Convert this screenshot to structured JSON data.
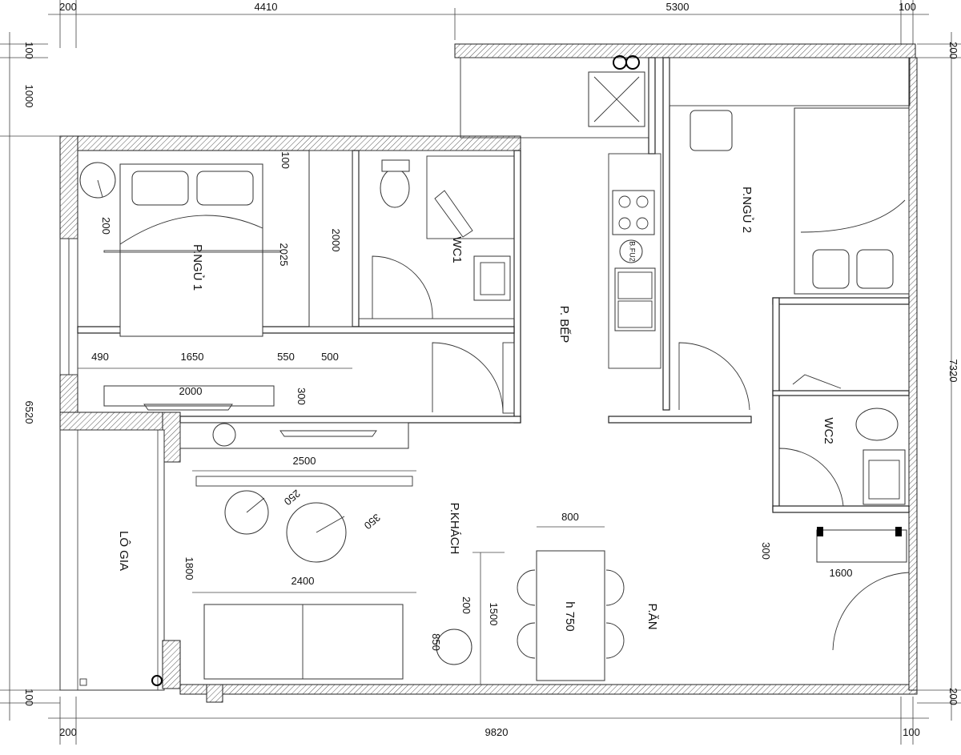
{
  "rooms": {
    "bedroom1": "P.NGỦ 1",
    "bedroom2": "P.NGỦ 2",
    "kitchen": "P. BẾP",
    "living": "P.KHÁCH",
    "dining": "P.ĂN",
    "loggia": "LÔ GIA",
    "wc1": "WC1",
    "wc2": "WC2"
  },
  "fridge_label": "B.FU2",
  "dining_table_height": "h 750",
  "dims": {
    "top_left_margin": "200",
    "top_left_span": "4410",
    "top_right_span": "5300",
    "top_right_margin": "100",
    "bottom_left_margin": "200",
    "bottom_span": "9820",
    "bottom_right_margin": "100",
    "left_top_100": "100",
    "left_1000": "1000",
    "left_6520": "6520",
    "left_bottom_100": "100",
    "right_top_200": "200",
    "right_7320": "7320",
    "right_bottom_200": "200",
    "bed1_200": "200",
    "bed1_2025": "2025",
    "wardrobe_2000": "2000",
    "bed1_100": "100",
    "bed1_490": "490",
    "bed1_1650": "1650",
    "bed1_550": "550",
    "bed1_500": "500",
    "desk_2000": "2000",
    "desk_300": "300",
    "living_2500": "2500",
    "table_250": "250",
    "table_350": "350",
    "living_1800": "1800",
    "sofa_2400": "2400",
    "side_200": "200",
    "side_850": "850",
    "living_1500": "1500",
    "dining_800": "800",
    "cabinet_300": "300",
    "cabinet_1600": "1600"
  }
}
